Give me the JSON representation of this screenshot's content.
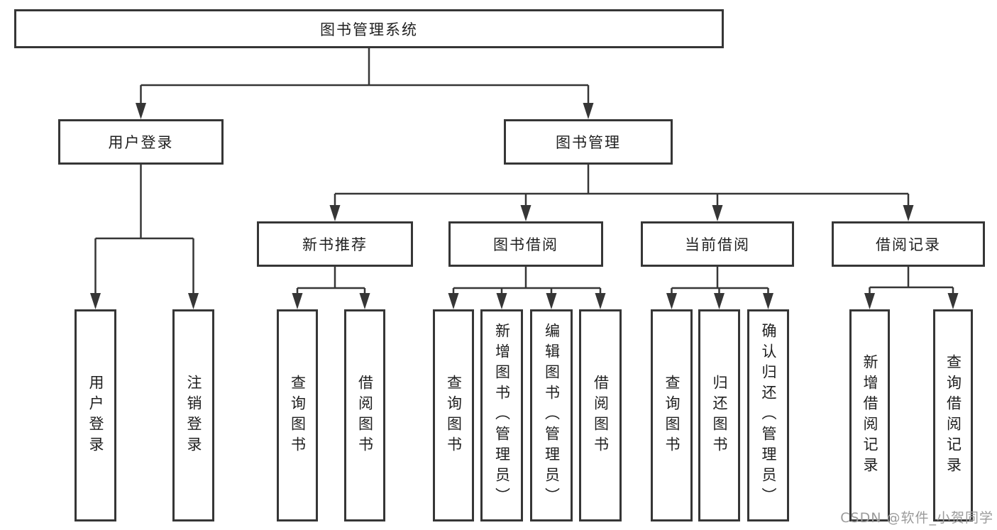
{
  "tree": {
    "root": {
      "label": "图书管理系统",
      "children": [
        {
          "label": "用户登录",
          "children": [
            {
              "label": "用户登录"
            },
            {
              "label": "注销登录"
            }
          ]
        },
        {
          "label": "图书管理",
          "children": [
            {
              "label": "新书推荐",
              "children": [
                {
                  "label": "查询图书"
                },
                {
                  "label": "借阅图书"
                }
              ]
            },
            {
              "label": "图书借阅",
              "children": [
                {
                  "label": "查询图书"
                },
                {
                  "label": "新增图书（管理员）"
                },
                {
                  "label": "编辑图书（管理员）"
                },
                {
                  "label": "借阅图书"
                }
              ]
            },
            {
              "label": "当前借阅",
              "children": [
                {
                  "label": "查询图书"
                },
                {
                  "label": "归还图书"
                },
                {
                  "label": "确认归还（管理员）"
                }
              ]
            },
            {
              "label": "借阅记录",
              "children": [
                {
                  "label": "新增借阅记录"
                },
                {
                  "label": "查询借阅记录"
                }
              ]
            }
          ]
        }
      ]
    }
  },
  "watermark": {
    "text": "CSDN @软件_小贺同学"
  },
  "colors": {
    "line": "#363636",
    "box_border": "#363636",
    "text": "#1f1f1f",
    "watermark_text": "#9b9b9b",
    "background": "#ffffff"
  }
}
